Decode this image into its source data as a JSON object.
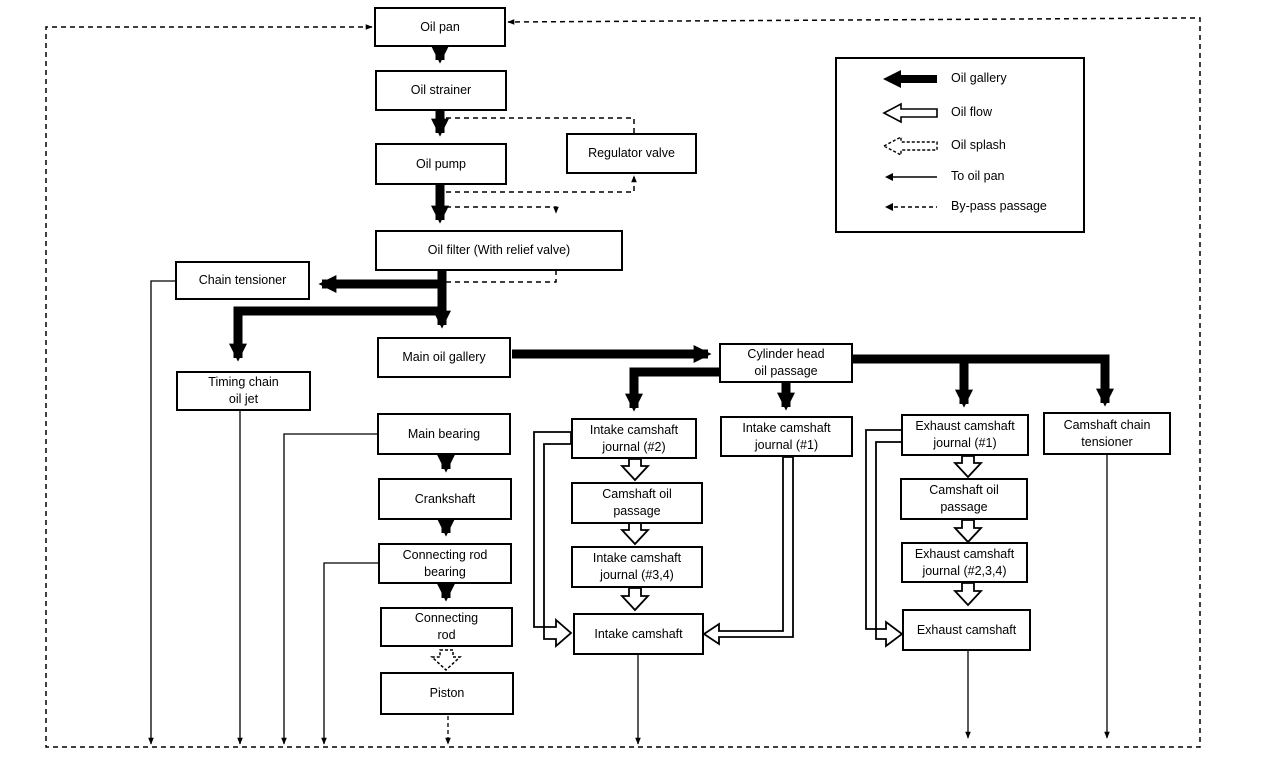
{
  "nodes": {
    "oil_pan": "Oil pan",
    "oil_strainer": "Oil strainer",
    "oil_pump": "Oil pump",
    "regulator_valve": "Regulator valve",
    "oil_filter": "Oil filter  (With relief valve)",
    "chain_tensioner": "Chain tensioner",
    "timing_chain_jet": "Timing chain\noil jet",
    "main_gallery": "Main oil gallery",
    "main_bearing": "Main bearing",
    "crankshaft": "Crankshaft",
    "conrod_bearing": "Connecting rod\nbearing",
    "conrod": "Connecting\nrod",
    "piston": "Piston",
    "cyl_head_passage": "Cylinder head\noil passage",
    "intake_j2": "Intake camshaft\njournal (#2)",
    "intake_cam_passage": "Camshaft oil\npassage",
    "intake_j34": "Intake camshaft\njournal (#3,4)",
    "intake_camshaft": "Intake camshaft",
    "intake_j1": "Intake camshaft\njournal (#1)",
    "exhaust_j1": "Exhaust camshaft\njournal (#1)",
    "exhaust_cam_passage": "Camshaft oil\npassage",
    "exhaust_j234": "Exhaust camshaft\njournal (#2,3,4)",
    "exhaust_camshaft": "Exhaust camshaft",
    "cam_chain_tensioner": "Camshaft chain\ntensioner"
  },
  "legend": {
    "oil_gallery": "Oil gallery",
    "oil_flow": "Oil flow",
    "oil_splash": "Oil splash",
    "to_oil_pan": "To oil pan",
    "bypass": "By-pass passage"
  }
}
